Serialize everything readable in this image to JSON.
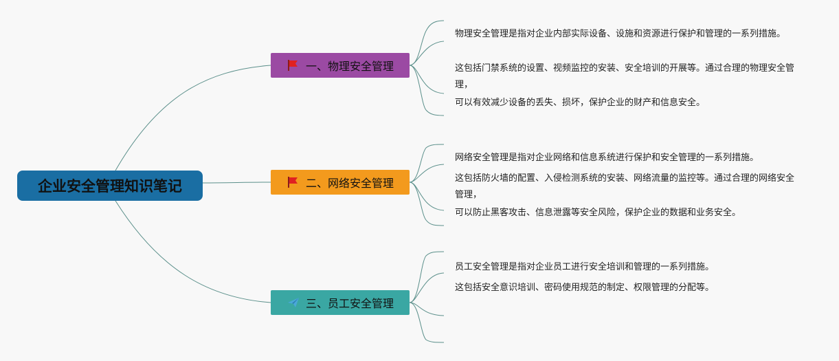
{
  "root": {
    "label": "企业安全管理知识笔记",
    "color": "#1a6ea3"
  },
  "topics": [
    {
      "label": "一、物理安全管理",
      "color": "#9b4aa3",
      "icon": "red-flag-icon",
      "notes": [
        "物理安全管理是指对企业内部实际设备、设施和资源进行保护和管理的一系列措施。",
        "这包括门禁系统的设置、视频监控的安装、安全培训的开展等。通过合理的物理安全管理，",
        "可以有效减少设备的丢失、损坏，保护企业的财产和信息安全。"
      ]
    },
    {
      "label": "二、网络安全管理",
      "color": "#f39a1d",
      "icon": "red-flag-icon",
      "notes": [
        "网络安全管理是指对企业网络和信息系统进行保护和安全管理的一系列措施。",
        "这包括防火墙的配置、入侵检测系统的安装、网络流量的监控等。通过合理的网络安全管理，",
        "可以防止黑客攻击、信息泄露等安全风险，保护企业的数据和业务安全。"
      ]
    },
    {
      "label": "三、员工安全管理",
      "color": "#3aa7a3",
      "icon": "paper-plane-icon",
      "notes": [
        "员工安全管理是指对企业员工进行安全培训和管理的一系列措施。",
        "这包括安全意识培训、密码使用规范的制定、权限管理的分配等。",
        "",
        ""
      ]
    }
  ]
}
